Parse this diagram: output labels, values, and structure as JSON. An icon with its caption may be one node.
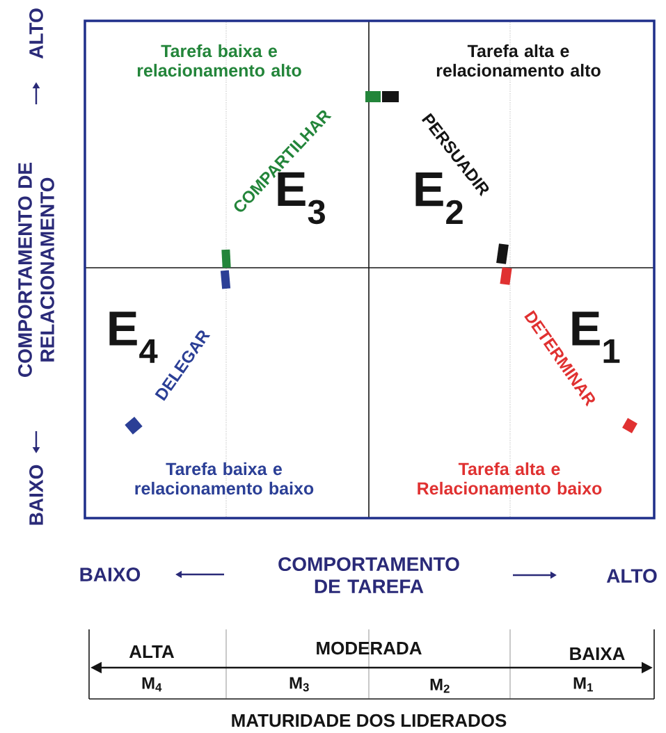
{
  "diagram": {
    "labels": [
      "ALTO",
      "COMPORTAMENTO DE RELACIONAMENTO",
      "BAIXO",
      "Tarefa baixa e relacionamento alto",
      "Tarefa alta e relacionamento alto",
      "COMPARTILHAR",
      "PERSUADIR",
      "E$_{3}$",
      "E$_{2}$",
      "E$_{4}$",
      "DELEGAR",
      "DETERMINAR",
      "E$_{1}$",
      "Tarefa baixa e relacionamento baixo",
      "Tarefa alta e Relacionamento baixo",
      "BAIXO",
      "COMPORTAMENTO DE TAREFA",
      "ALTO",
      "ALTA",
      "MODERADA",
      "BAIXA",
      "M$_{4}$",
      "M$_{3}$",
      "M$_{2}$",
      "M$_{1}$",
      "MATURIDADE DOS LIDERADOS"
    ]
  }
}
